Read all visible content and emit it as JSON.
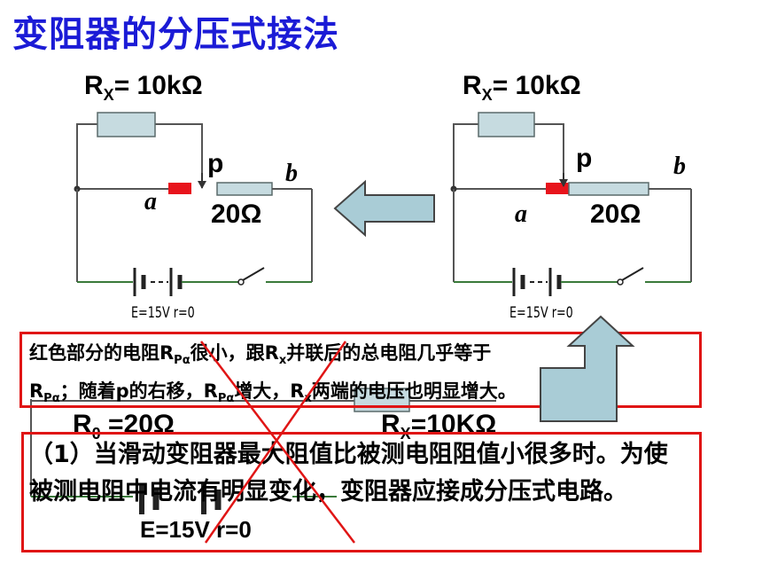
{
  "title": "变阻器的分压式接法",
  "left_circuit": {
    "rx_label": "R",
    "rx_sub": "X",
    "rx_value": "= 10kΩ",
    "p_label": "p",
    "a_label": "a",
    "b_label": "b",
    "rheostat_value": "20Ω",
    "emf_label": "E=15V r=0"
  },
  "right_circuit": {
    "rx_label": "R",
    "rx_sub": "X",
    "rx_value": "= 10kΩ",
    "p_label": "p",
    "a_label": "a",
    "b_label": "b",
    "rheostat_value": "20Ω",
    "emf_label": "E=15V r=0"
  },
  "note1": {
    "line1": "红色部分的电阻R",
    "line1_sub": "Pα",
    "line1_b": "很小，跟R",
    "line1_sub2": "x",
    "line1_c": "并联后的总电阻几乎等于",
    "line2_a": "R",
    "line2_sub": "Pα",
    "line2_b": "；随着p的右移，R",
    "line2_sub2": "Pα",
    "line2_c": "增大，R",
    "line2_sub3": "x",
    "line2_d": "两端的电压也明显增大。"
  },
  "background_circuit": {
    "r0_label": "R",
    "r0_sub": "0",
    "r0_value": " =20Ω",
    "rx_label": "R",
    "rx_sub": "X",
    "rx_value": "=10KΩ",
    "emf_label": "E=15V r=0"
  },
  "note2": {
    "text": "（1）当滑动变阻器最大阻值比被测电阻阻值小很多时。为使被测电阻中电流有明显变化，变阻器应接成分压式电路。"
  },
  "colors": {
    "title": "#1b1bd6",
    "box_border": "#e01515",
    "resistor_fill": "#c6dbe0",
    "arrow_fill": "#a9ccd6",
    "slider_red": "#e8141c",
    "wire_green": "#3a7a3a"
  }
}
